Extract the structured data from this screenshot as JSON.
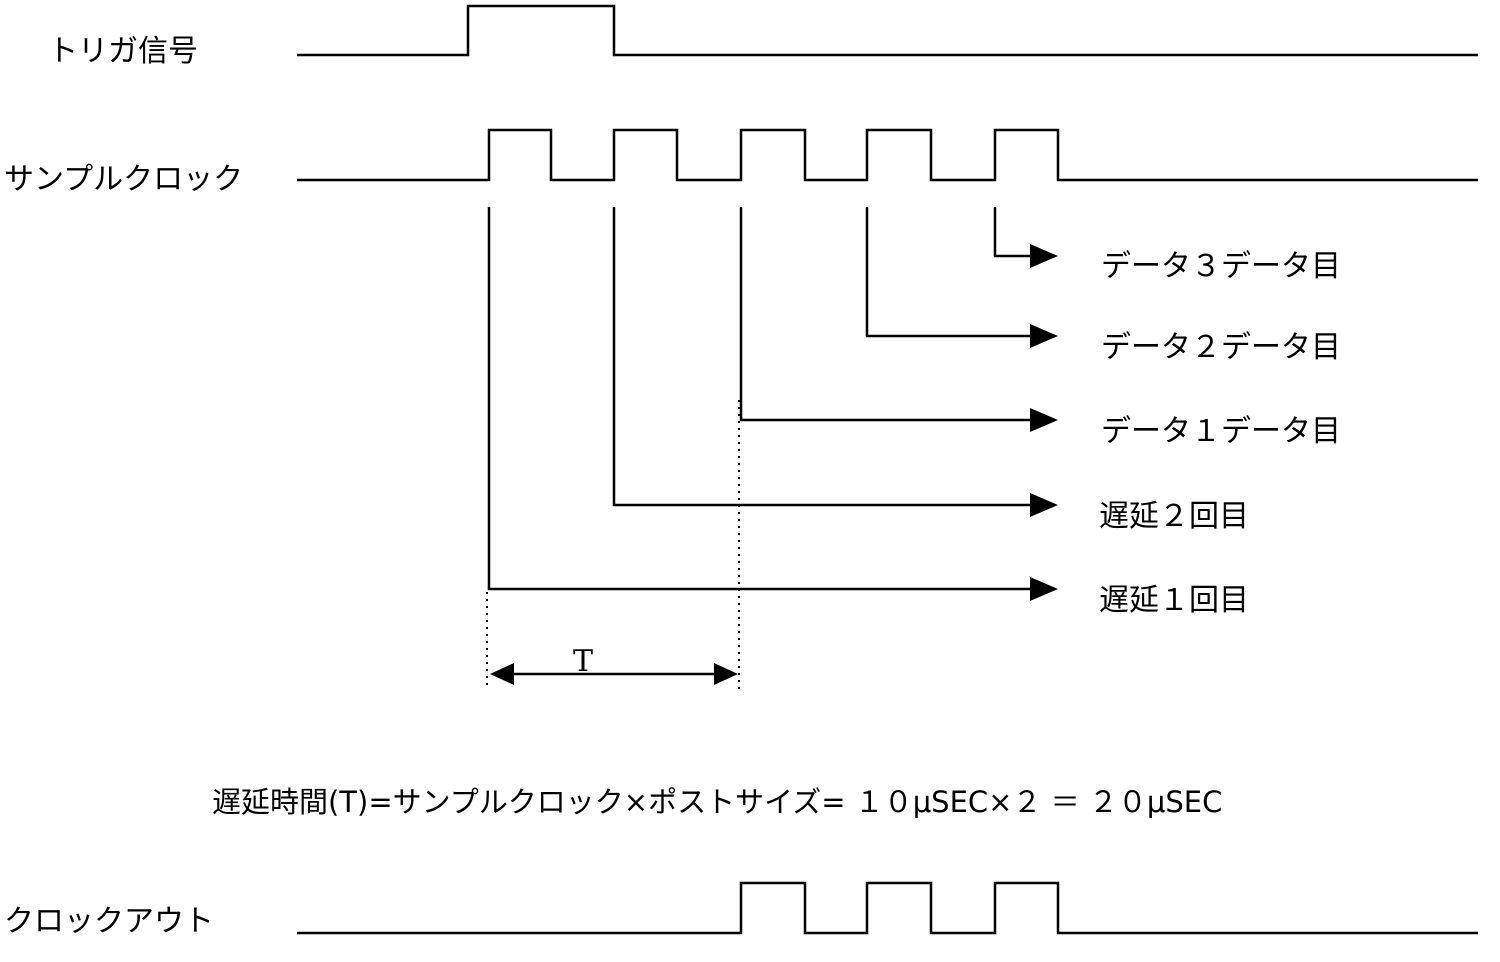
{
  "signals": {
    "trigger": {
      "label": "トリガ信号"
    },
    "sample_clock": {
      "label": "サンプルクロック"
    },
    "clock_out": {
      "label": "クロックアウト"
    }
  },
  "arrows": [
    {
      "label": "データ３データ目"
    },
    {
      "label": "データ２データ目"
    },
    {
      "label": "データ１データ目"
    },
    {
      "label": "遅延２回目"
    },
    {
      "label": "遅延１回目"
    }
  ],
  "period_marker": {
    "label": "T"
  },
  "formula": "遅延時間(T)=サンプルクロック×ポストサイズ= １０μSEC×２ ＝ ２０μSEC",
  "colors": {
    "line": "#000000",
    "background": "#ffffff"
  }
}
